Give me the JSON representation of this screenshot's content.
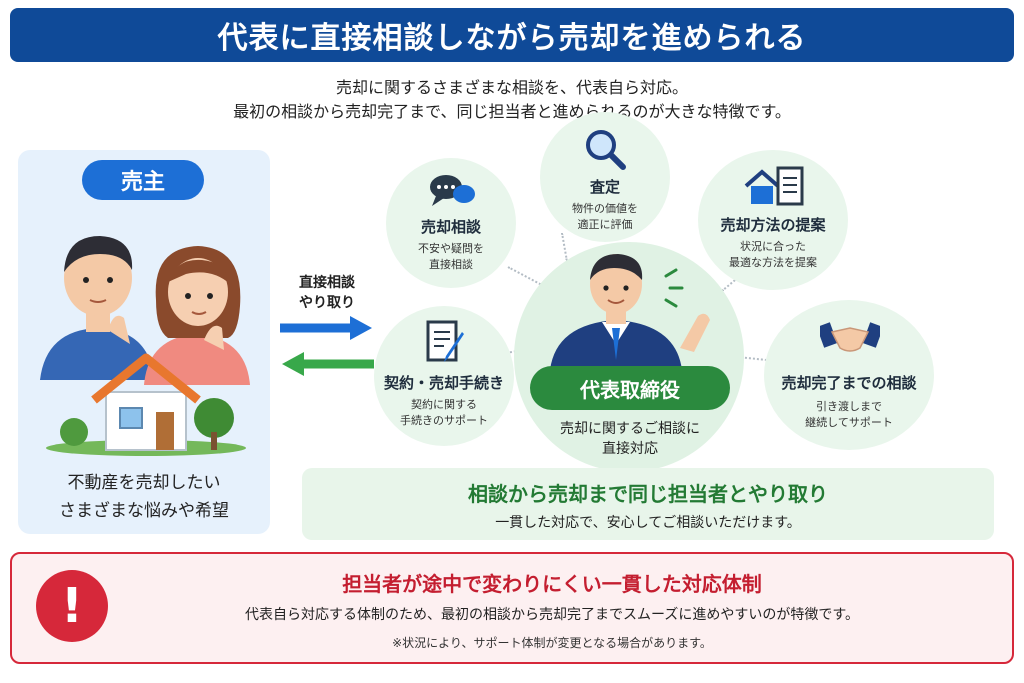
{
  "header": {
    "title": "代表に直接相談しながら売却を進められる"
  },
  "intro": {
    "line1": "売却に関するさまざまな相談を、代表自ら対応。",
    "line2": "最初の相談から売却完了まで、同じ担当者と進められるのが大きな特徴です。"
  },
  "seller": {
    "label": "売主",
    "line1": "不動産を売却したい",
    "line2": "さまざまな悩みや希望"
  },
  "arrows": {
    "label1": "直接相談",
    "label2": "やり取り"
  },
  "circles": [
    {
      "title": "売却相談",
      "sub1": "不安や疑問を",
      "sub2": "直接相談",
      "icon": "chat-icon"
    },
    {
      "title": "査定",
      "sub1": "物件の価値を",
      "sub2": "適正に評価",
      "icon": "magnifier-icon"
    },
    {
      "title": "売却方法の提案",
      "sub1": "状況に合った",
      "sub2": "最適な方法を提案",
      "icon": "house-document-icon"
    },
    {
      "title": "契約・売却手続き",
      "sub1": "契約に関する",
      "sub2": "手続きのサポート",
      "icon": "contract-pen-icon"
    },
    {
      "title": "売却完了までの相談",
      "sub1": "引き渡しまで",
      "sub2": "継続してサポート",
      "icon": "handshake-icon"
    }
  ],
  "executive": {
    "label": "代表取締役",
    "sub1": "売却に関するご相談に",
    "sub2": "直接対応"
  },
  "banner": {
    "title": "相談から売却まで同じ担当者とやり取り",
    "sub": "一貫した対応で、安心してご相談いただけます。"
  },
  "notice": {
    "icon": "!",
    "title": "担当者が途中で変わりにくい一貫した対応体制",
    "sub": "代表自ら対応する体制のため、最初の相談から売却完了までスムーズに進めやすいのが特徴です。",
    "note": "※状況により、サポート体制が変更となる場合があります。"
  },
  "colors": {
    "header_blue": "#0f4a98",
    "seller_blue": "#1d6fd6",
    "exec_green": "#2b8a3e",
    "alert_red": "#d6283a"
  }
}
